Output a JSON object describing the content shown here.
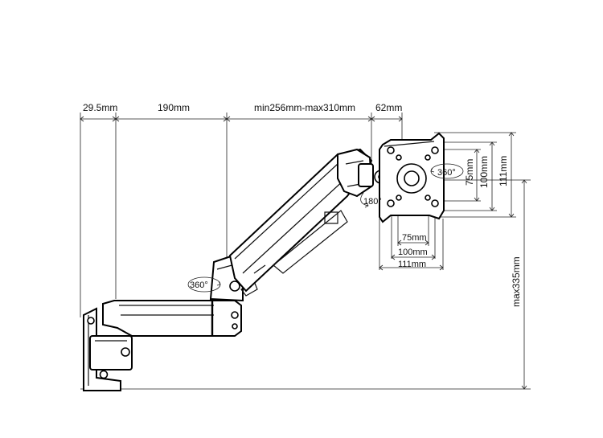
{
  "dimensions": {
    "wall_offset": "29.5mm",
    "arm_segment_1": "190mm",
    "arm_segment_2": "min256mm-max310mm",
    "head_offset": "62mm",
    "vesa_small": "75mm",
    "vesa_large": "100mm",
    "plate_size": "111mm",
    "height_max": "max335mm"
  },
  "rotations": {
    "plate_rotation": "360°",
    "head_tilt": "180°",
    "elbow_rotation": "360°"
  }
}
